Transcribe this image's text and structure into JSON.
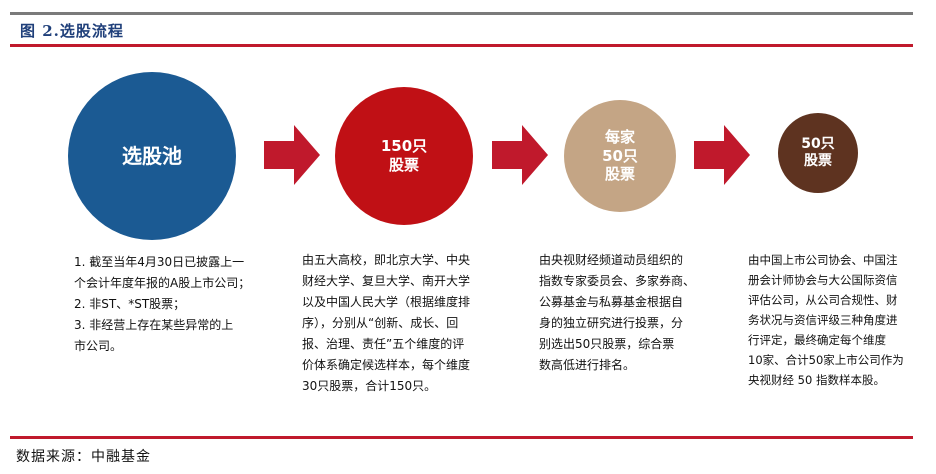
{
  "figure": {
    "title": "图 2.选股流程",
    "source": "数据来源：中融基金"
  },
  "steps": [
    {
      "label": "选股池",
      "color": "#1b5a93"
    },
    {
      "label": "150只\n股票",
      "color": "#c01015"
    },
    {
      "label": "每家\n50只\n股票",
      "color": "#c4a585"
    },
    {
      "label": "50只\n股票",
      "color": "#5e3320"
    }
  ],
  "descriptions": [
    "1.  截至当年4月30日已披露上一\n个会计年度年报的A股上市公司；\n2.  非ST、*ST股票；\n3.  非经营上存在某些异常的上\n市公司。",
    "由五大高校，即北京大学、中央\n财经大学、复旦大学、南开大学\n以及中国人民大学（根据维度排\n序），分别从“创新、成长、回\n报、治理、责任”五个维度的评\n价体系确定候选样本，每个维度\n30只股票，合计150只。",
    "由央视财经频道动员组织的\n指数专家委员会、多家券商、\n公募基金与私募基金根据自\n身的独立研究进行投票，分\n别选出50只股票，综合票\n数高低进行排名。",
    "由中国上市公司协会、中国注\n册会计师协会与大公国际资信\n评估公司，从公司合规性、财\n务状况与资信评级三种角度进\n行评定，最终确定每个维度\n10家、合计50家上市公司作为\n央视财经 50 指数样本股。"
  ],
  "colors": {
    "arrow": "#c0192c",
    "rule": "#c0192c"
  },
  "icons": {
    "arrow": "right-arrow-icon"
  }
}
